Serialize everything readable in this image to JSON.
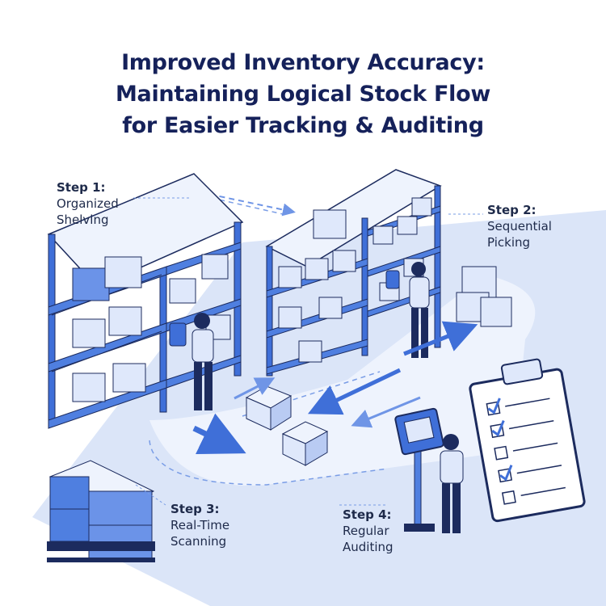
{
  "title": {
    "line1": "Improved Inventory Accuracy:",
    "line2": "Maintaining Logical Stock Flow",
    "line3": "for Easier Tracking & Auditing"
  },
  "steps": [
    {
      "number": "Step 1:",
      "line1": "Organized",
      "line2": "Shelving"
    },
    {
      "number": "Step 2:",
      "line1": "Sequential",
      "line2": "Picking"
    },
    {
      "number": "Step 3:",
      "line1": "Real-Time",
      "line2": "Scanning"
    },
    {
      "number": "Step 4:",
      "line1": "Regular",
      "line2": "Auditing"
    }
  ],
  "colors": {
    "title": "#15215a",
    "accent": "#3f6fd8",
    "box_light": "#dfe8fb",
    "box_mid": "#b9cbf3",
    "floor": "#dbe5f8",
    "outline": "#1c2b5e"
  },
  "icons": [
    "shelf-unit-icon",
    "cardboard-box-icon",
    "worker-with-scanner-icon",
    "clipboard-checklist-icon",
    "scanning-kiosk-icon",
    "pallet-icon",
    "flow-arrow-icon"
  ]
}
